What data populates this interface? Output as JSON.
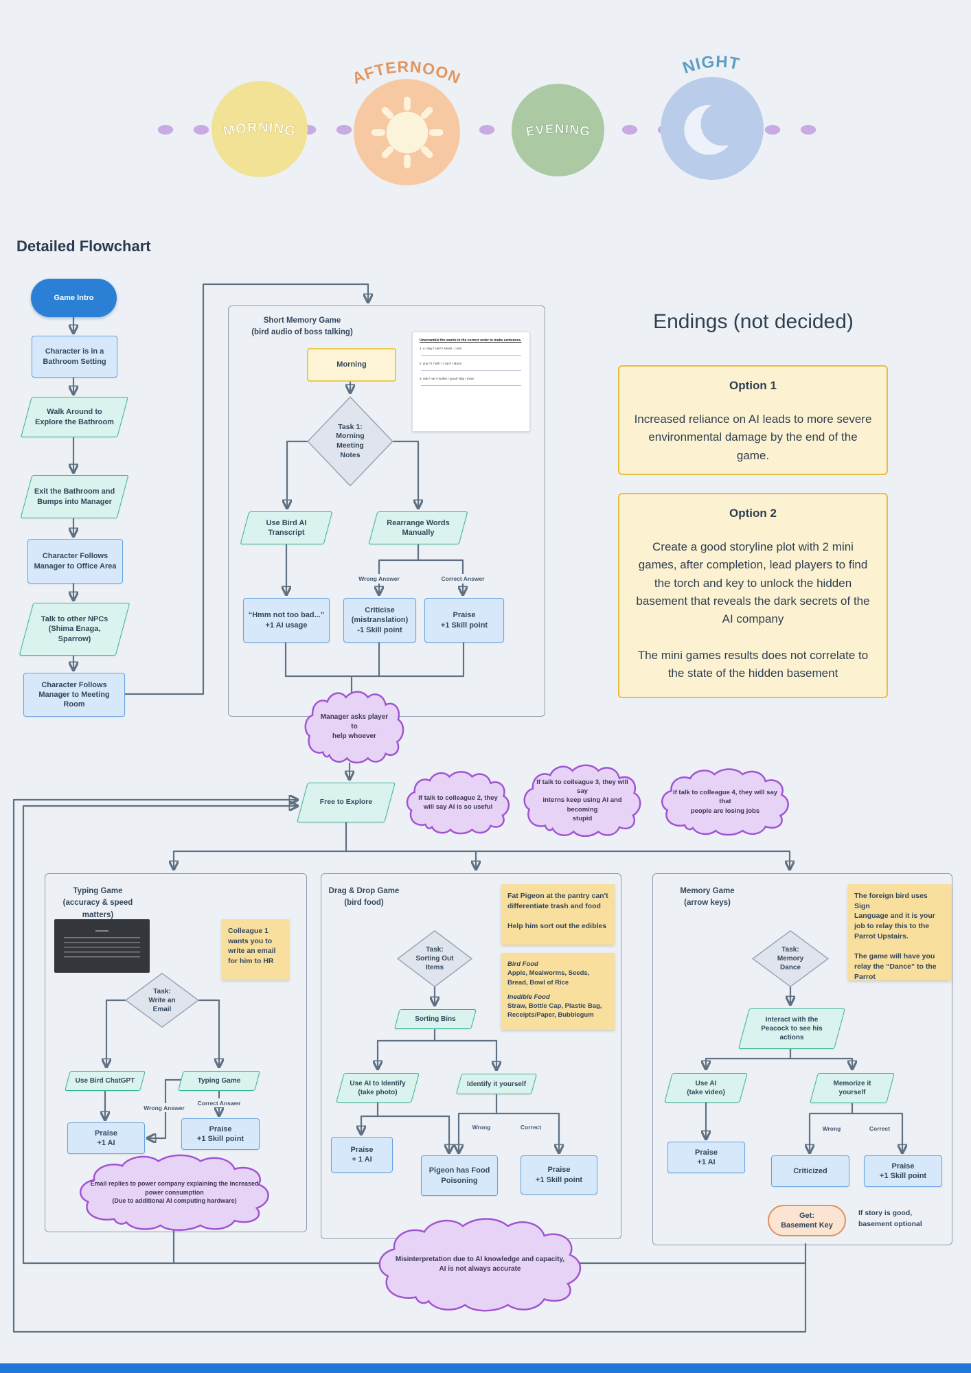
{
  "colors": {
    "background": "#edf1f6",
    "node_blue_fill": "#d7e8fa",
    "node_blue_border": "#66a3e2",
    "teal_fill": "#dbf3ee",
    "teal_border": "#36b39a",
    "cloud_fill": "#e7d3f6",
    "cloud_border": "#a154d2",
    "sticky_yellow": "#f8df9e",
    "option_yellow": "#fcf2d2",
    "intro_blue": "#2b80d6",
    "connector_grey": "#5f7082",
    "timeline_morning": "#f1e295",
    "timeline_afternoon": "#f7c9a2",
    "timeline_evening": "#abc9a2",
    "timeline_night": "#b9cdeb"
  },
  "timeline": {
    "morning": "MORNING",
    "afternoon": "AFTERNOON",
    "evening": "EVENING",
    "night": "NIGHT"
  },
  "heading": "Detailed Flowchart",
  "intro": {
    "game_intro": "Game Intro",
    "bathroom": "Character is in a\nBathroom Setting",
    "walk": "Walk Around to\nExplore the Bathroom",
    "exit": "Exit the Bathroom and\nBumps into Manager",
    "office": "Character Follows\nManager to Office Area",
    "npcs": "Talk to other NPCs\n(Shima Enaga,\nSparrow)",
    "meeting": "Character Follows\nManager to Meeting\nRoom"
  },
  "memory_section": {
    "title": "Short Memory Game\n(bird audio of boss talking)",
    "morning": "Morning",
    "task": "Task 1:\nMorning\nMeeting\nNotes",
    "use_ai": "Use Bird AI\nTranscript",
    "rearrange": "Rearrange Words\nManually",
    "wrong": "Wrong Answer",
    "correct": "Correct Answer",
    "out_ai": "“Hmm not too bad...”\n+1 AI usage",
    "out_wrong": "Criticise\n(mistranslation)\n-1 Skill point",
    "out_correct": "Praise\n+1 Skill point"
  },
  "worksheet": {
    "title": "Unscramble the words in the correct order to make sentences.",
    "items": [
      "1.   a  /  day  /  can't  /  stress  .   /  rest",
      "2.   you  /  it  /  tell  /  I  /  can't  /  about",
      "3.   ride  /  me  /  mother  /  good  /  day  /  more"
    ]
  },
  "clouds": {
    "manager": "Manager asks player to\nhelp whoever",
    "colleague2": "If talk to colleague 2, they\nwill say AI is so useful",
    "colleague3": "If talk to colleague 3, they will say\ninterns keep using AI and becoming\nstupid",
    "colleague4": "if talk to colleague 4, they will say that\npeople are losing jobs",
    "email": "Email replies to power company explaining the increased\npower consumption\n(Due to additional AI computing hardware)",
    "misinterpretation": "Misinterpretation due to AI knowledge and capacity,\nAI is not always accurate"
  },
  "explore": {
    "free": "Free to Explore"
  },
  "endings": {
    "title": "Endings (not decided)",
    "option1_title": "Option 1",
    "option1_body": "Increased reliance on AI leads to more severe environmental damage by the end of the game.",
    "option2_title": "Option 2",
    "option2_body1": "Create a good storyline plot with 2 mini games, after completion, lead players to find the torch and key to unlock the hidden basement that reveals the dark secrets of the AI company",
    "option2_body2": "The mini games results does not correlate to the state of the hidden basement"
  },
  "typing": {
    "title": "Typing Game\n(accuracy & speed matters)",
    "sticky": "Colleague 1\nwants you to\nwrite an email\nfor him to  HR",
    "task": "Task:\nWrite an\nEmail",
    "use_ai": "Use Bird ChatGPT",
    "game": "Typing Game",
    "wrong": "Wrong Answer",
    "correct": "Correct Answer",
    "praise_ai": "Praise\n+1 AI",
    "praise_skill": "Praise\n+1 Skill point"
  },
  "dragdrop": {
    "title": "Drag & Drop Game\n(bird food)",
    "sticky_top": "Fat Pigeon at the pantry can't\ndifferentiate trash and food\n\nHelp him sort out the edibles",
    "food_title": "Bird Food",
    "food_list": "Apple, Mealworms, Seeds, Bread, Bowl of Rice",
    "inedible_title": "Inedible Food",
    "inedible_list": "Straw, Bottle Cap, Plastic Bag, Receipts/Paper, Bubblegum",
    "task": "Task:\nSorting Out\nItems",
    "bins": "Sorting Bins",
    "use_ai": "Use AI to Identify\n(take photo)",
    "identify": "Identify it yourself",
    "wrong": "Wrong",
    "correct": "Correct",
    "praise_ai": "Praise\n+ 1 AI",
    "poisoning": "Pigeon has Food\nPoisoning",
    "praise_skill": "Praise\n+1 Skill point"
  },
  "memory": {
    "title": "Memory Game\n(arrow keys)",
    "sticky": "The foreign bird uses Sign\nLanguage and it is your\njob to relay this to the\nParrot Upstairs.\n\nThe game will have you\nrelay the “Dance” to the\nParrot",
    "task": "Task:\nMemory\nDance",
    "interact": "Interact with the\nPeacock to see his\nactions",
    "use_ai": "Use AI\n(take video)",
    "memorize": "Memorize it\nyourself",
    "wrong": "Wrong",
    "correct": "Correct",
    "praise_ai": "Praise\n+1 AI",
    "criticized": "Criticized",
    "praise_skill": "Praise\n+1 Skill point",
    "get_key": "Get:\nBasement Key",
    "note": "If story is good,\nbasement optional"
  }
}
